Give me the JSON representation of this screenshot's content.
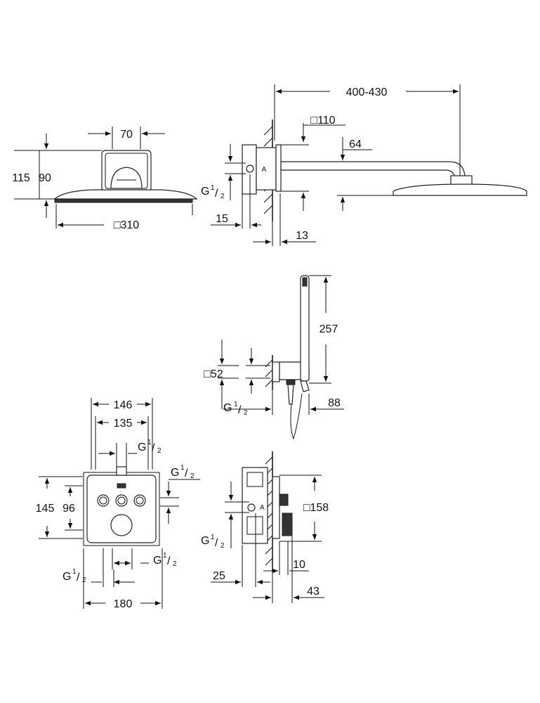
{
  "shower_head": {
    "dims": {
      "width": "70",
      "height_total": "115",
      "height_inner": "90",
      "diameter": "□310"
    }
  },
  "shower_arm": {
    "dims": {
      "length": "400-430",
      "flange": "□110",
      "offset": "64",
      "connection": "G",
      "conn_frac_num": "1",
      "conn_frac_den": "2",
      "inlet_depth": "15",
      "wall_gap": "13"
    }
  },
  "hand_shower": {
    "dims": {
      "length": "257",
      "flange": "□52",
      "connection": "G",
      "conn_frac_num": "1",
      "conn_frac_den": "2",
      "projection": "88"
    }
  },
  "thermostat_front": {
    "dims": {
      "width_outer": "146",
      "width_inner": "135",
      "height_outer": "145",
      "height_inner": "96",
      "total_width": "180",
      "top_connection": "G",
      "right_connection": "G",
      "bottom_right_connection": "G",
      "bottom_left_connection": "G",
      "frac_num": "1",
      "frac_den": "2"
    }
  },
  "thermostat_side": {
    "dims": {
      "plate": "□158",
      "connection": "G",
      "conn_frac_num": "1",
      "conn_frac_den": "2",
      "depth_min": "10",
      "depth_body": "25",
      "depth_total": "43"
    }
  }
}
